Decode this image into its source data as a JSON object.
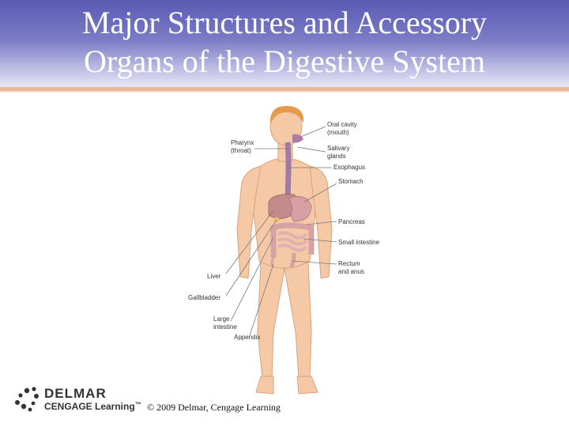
{
  "slide": {
    "title_lines": [
      "Major Structures and Accessory",
      "Organs of the Digestive System"
    ]
  },
  "labels": {
    "oral_cavity": [
      "Oral cavity",
      "(mouth)"
    ],
    "pharynx": [
      "Pharynx",
      "(throat)"
    ],
    "salivary": [
      "Salivary",
      "glands"
    ],
    "esophagus": "Esophagus",
    "stomach": "Stomach",
    "pancreas": "Pancreas",
    "small_intestine": "Small intestine",
    "rectum": [
      "Rectum",
      "and anus"
    ],
    "liver": "Liver",
    "gallbladder": "Gallbladder",
    "large_intestine": [
      "Large",
      "intestine"
    ],
    "appendix": "Appendix"
  },
  "footer": {
    "logo_top": "DELMAR",
    "logo_bottom": "CENGAGE Learning",
    "logo_tm": "™",
    "copyright": "© 2009 Delmar, Cengage Learning"
  },
  "colors": {
    "header": "#6767bd",
    "accent_rule": "#e7b79a",
    "skin": "#f5c9a6",
    "hair": "#e49a4a",
    "organ": "#c58a8a",
    "tract": "#a07aa8"
  }
}
